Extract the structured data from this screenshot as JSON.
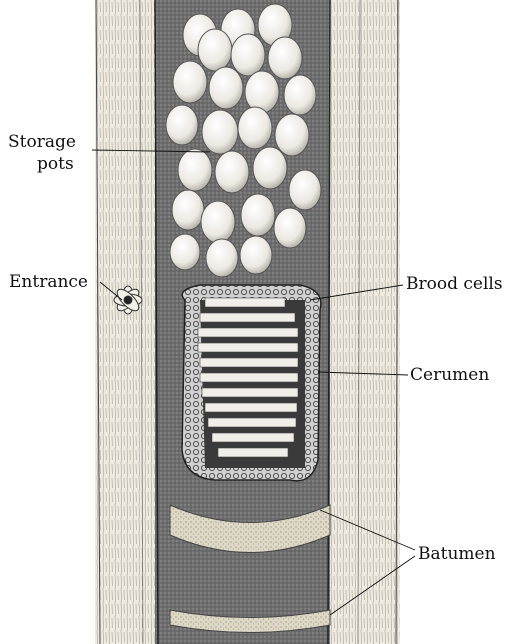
{
  "labels": {
    "storage_line1": "Storage",
    "storage_line2": "pots",
    "entrance": "Entrance",
    "brood_cells": "Brood cells",
    "cerumen": "Cerumen",
    "batumen": "Batumen"
  },
  "colors": {
    "background": "#ffffff",
    "ink": "#111111",
    "wood": "#eeeae0",
    "cavity": "#7f7f7f",
    "pot": "#f4f1ec",
    "cerumen": "#c9c9c9",
    "batumen": "#d9d4c4"
  }
}
